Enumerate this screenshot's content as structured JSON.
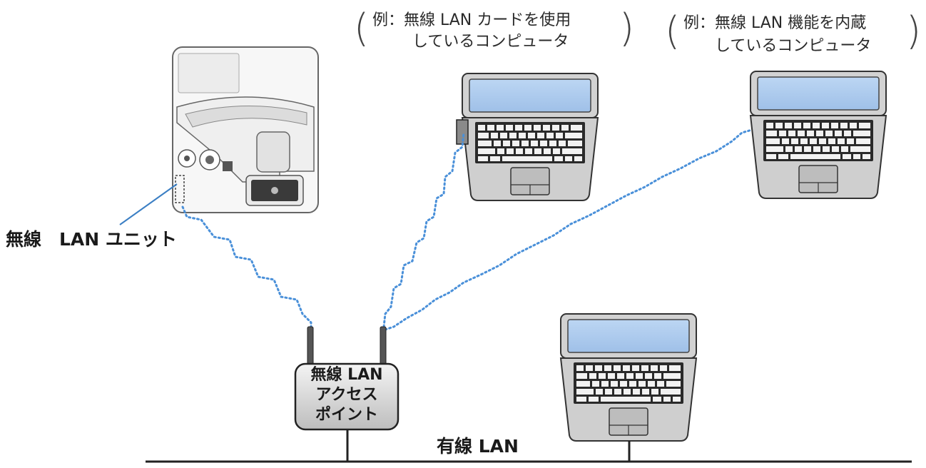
{
  "callouts": {
    "card_pc": {
      "line1": "例：無線 LAN カードを使用",
      "line2": "しているコンピュータ"
    },
    "builtin_pc": {
      "line1": "例：無線 LAN 機能を内蔵",
      "line2": "しているコンピュータ"
    }
  },
  "labels": {
    "wireless_unit": "無線　LAN ユニット",
    "access_point": {
      "line1": "無線 LAN",
      "line2": "アクセス",
      "line3": "ポイント"
    },
    "wired_lan": "有線 LAN"
  },
  "colors": {
    "wireless_link": "#4a90d9",
    "leader_line": "#3b7fc4",
    "screen": "#a9c8ec",
    "laptop_body": "#c8c8c8",
    "outline": "#333333"
  },
  "icons": {
    "projector": "projector-icon",
    "laptop": "laptop-icon",
    "access_point": "wireless-access-point-icon"
  }
}
